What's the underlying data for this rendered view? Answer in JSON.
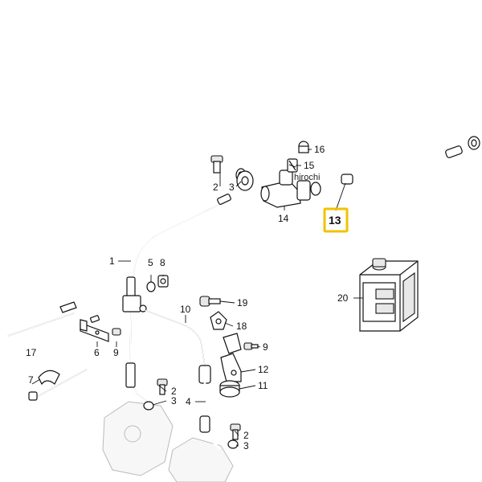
{
  "watermark": "hirochi",
  "highlight_color": "#f2c200",
  "callouts": {
    "c1": "1",
    "c2a": "2",
    "c3a": "3",
    "c5": "5",
    "c8": "8",
    "c6": "6",
    "c9a": "9",
    "c7": "7",
    "c17": "17",
    "c10": "10",
    "c2b": "2",
    "c3b": "3",
    "c4": "4",
    "c2c": "2",
    "c3c": "3",
    "c19": "19",
    "c18": "18",
    "c9b": "9",
    "c12": "12",
    "c11": "11",
    "c16": "16",
    "c15": "15",
    "c14": "14",
    "c13": "13",
    "c20": "20"
  }
}
